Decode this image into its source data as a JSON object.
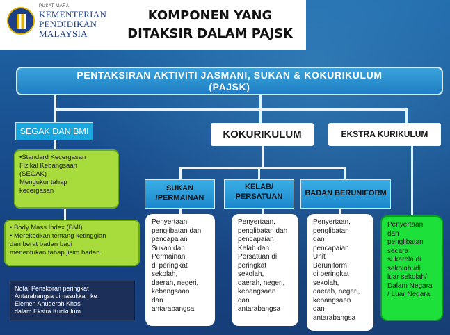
{
  "header": {
    "logo_small_text": "PUSAT MARA",
    "logo_lines": [
      "KEMENTERIAN",
      "PENDIDIKAN",
      "MALAYSIA"
    ],
    "title": "KOMPONEN YANG\nDITAKSIR  DALAM PAJSK"
  },
  "main": {
    "title": "PENTAKSIRAN  AKTIVITI  JASMANI,  SUKAN  &  KOKURIKULUM\n(PAJSK)"
  },
  "segak": {
    "label": "SEGAK DAN BMI",
    "detail": "•Standard Kecergasan\n Fizikal Kebangsaan\n (SEGAK)\n Mengukur   tahap\n kecergasan",
    "bmi_detail": "• Body Mass Index (BMI)\n• Merekodkan  tentang ketinggian\n  dan berat badan bagi\n  menentukan tahap jisim  badan."
  },
  "kokurikulum": {
    "label": "KOKURIKULUM",
    "sub": [
      {
        "label": "SUKAN\n/PERMAINAN",
        "detail": "Penyertaan,\npenglibatan  dan\npencapaian\nSukan dan\nPermainan\ndi peringkat\nsekolah,\ndaerah, negeri,\nkebangsaan\ndan\nantarabangsa"
      },
      {
        "label": "KELAB/\nPERSATUAN",
        "detail": "Penyertaan,\npenglibatan  dan\npencapaian\nKelab dan\nPersatuan di\nperingkat\nsekolah,\ndaerah, negeri,\nkebangsaan\ndan\nantarabangsa"
      },
      {
        "label": "BADAN  BERUNIFORM",
        "detail": "Penyertaan,\npenglibatan\ndan\npencapaian\nUnit\nBeruniform\ndi peringkat\nsekolah,\ndaerah, negeri,\nkebangsaan\ndan\nantarabangsa"
      }
    ]
  },
  "ekstra": {
    "label": "EKSTRA KURIKULUM",
    "detail": "Penyertaan\ndan\npenglibatan\nsecara\nsukarela di\nsekolah  /di\nluar sekolah/\nDalam Negara\n/ Luar Negara"
  },
  "note": {
    "text": "Nota: Penskoran peringkat\nAntarabangsa dimasukkan ke\nElemen Anugerah Khas\ndalam Ekstra Kurikulum"
  }
}
